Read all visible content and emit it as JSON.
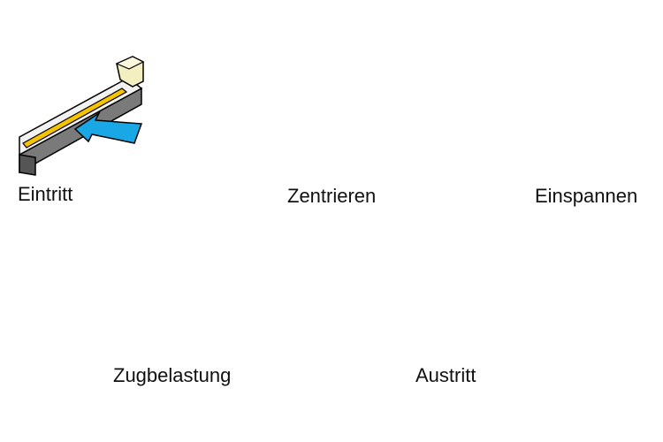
{
  "steps": [
    {
      "label": "Eintritt"
    },
    {
      "label": "Zentrieren"
    },
    {
      "label": "Einspannen"
    },
    {
      "label": "Zugbelastung"
    },
    {
      "label": "Austritt"
    }
  ],
  "colors": {
    "outline": "#000000",
    "rail_top": "#f2f2f2",
    "rail_side": "#7a7a7a",
    "rail_dark": "#555555",
    "specimen": "#f5c400",
    "clamp_block": "#f4efc0",
    "housing": "#d8d8d8",
    "jaw": "#aed6ee",
    "block_center": "#f5c400",
    "block_clamp": "#e00000",
    "arrow_entry": "#1aa7e6",
    "arrow_pull": "#e21a1a",
    "arrow_exit": "#8cc21c"
  },
  "icons": {
    "eintritt": "rail-with-entry-arrow-icon",
    "zentrieren": "centering-jaws-icon",
    "einspannen": "clamping-jaws-icon",
    "zugbelastung": "tensile-pull-icon",
    "austritt": "rail-with-exit-arrow-icon"
  }
}
